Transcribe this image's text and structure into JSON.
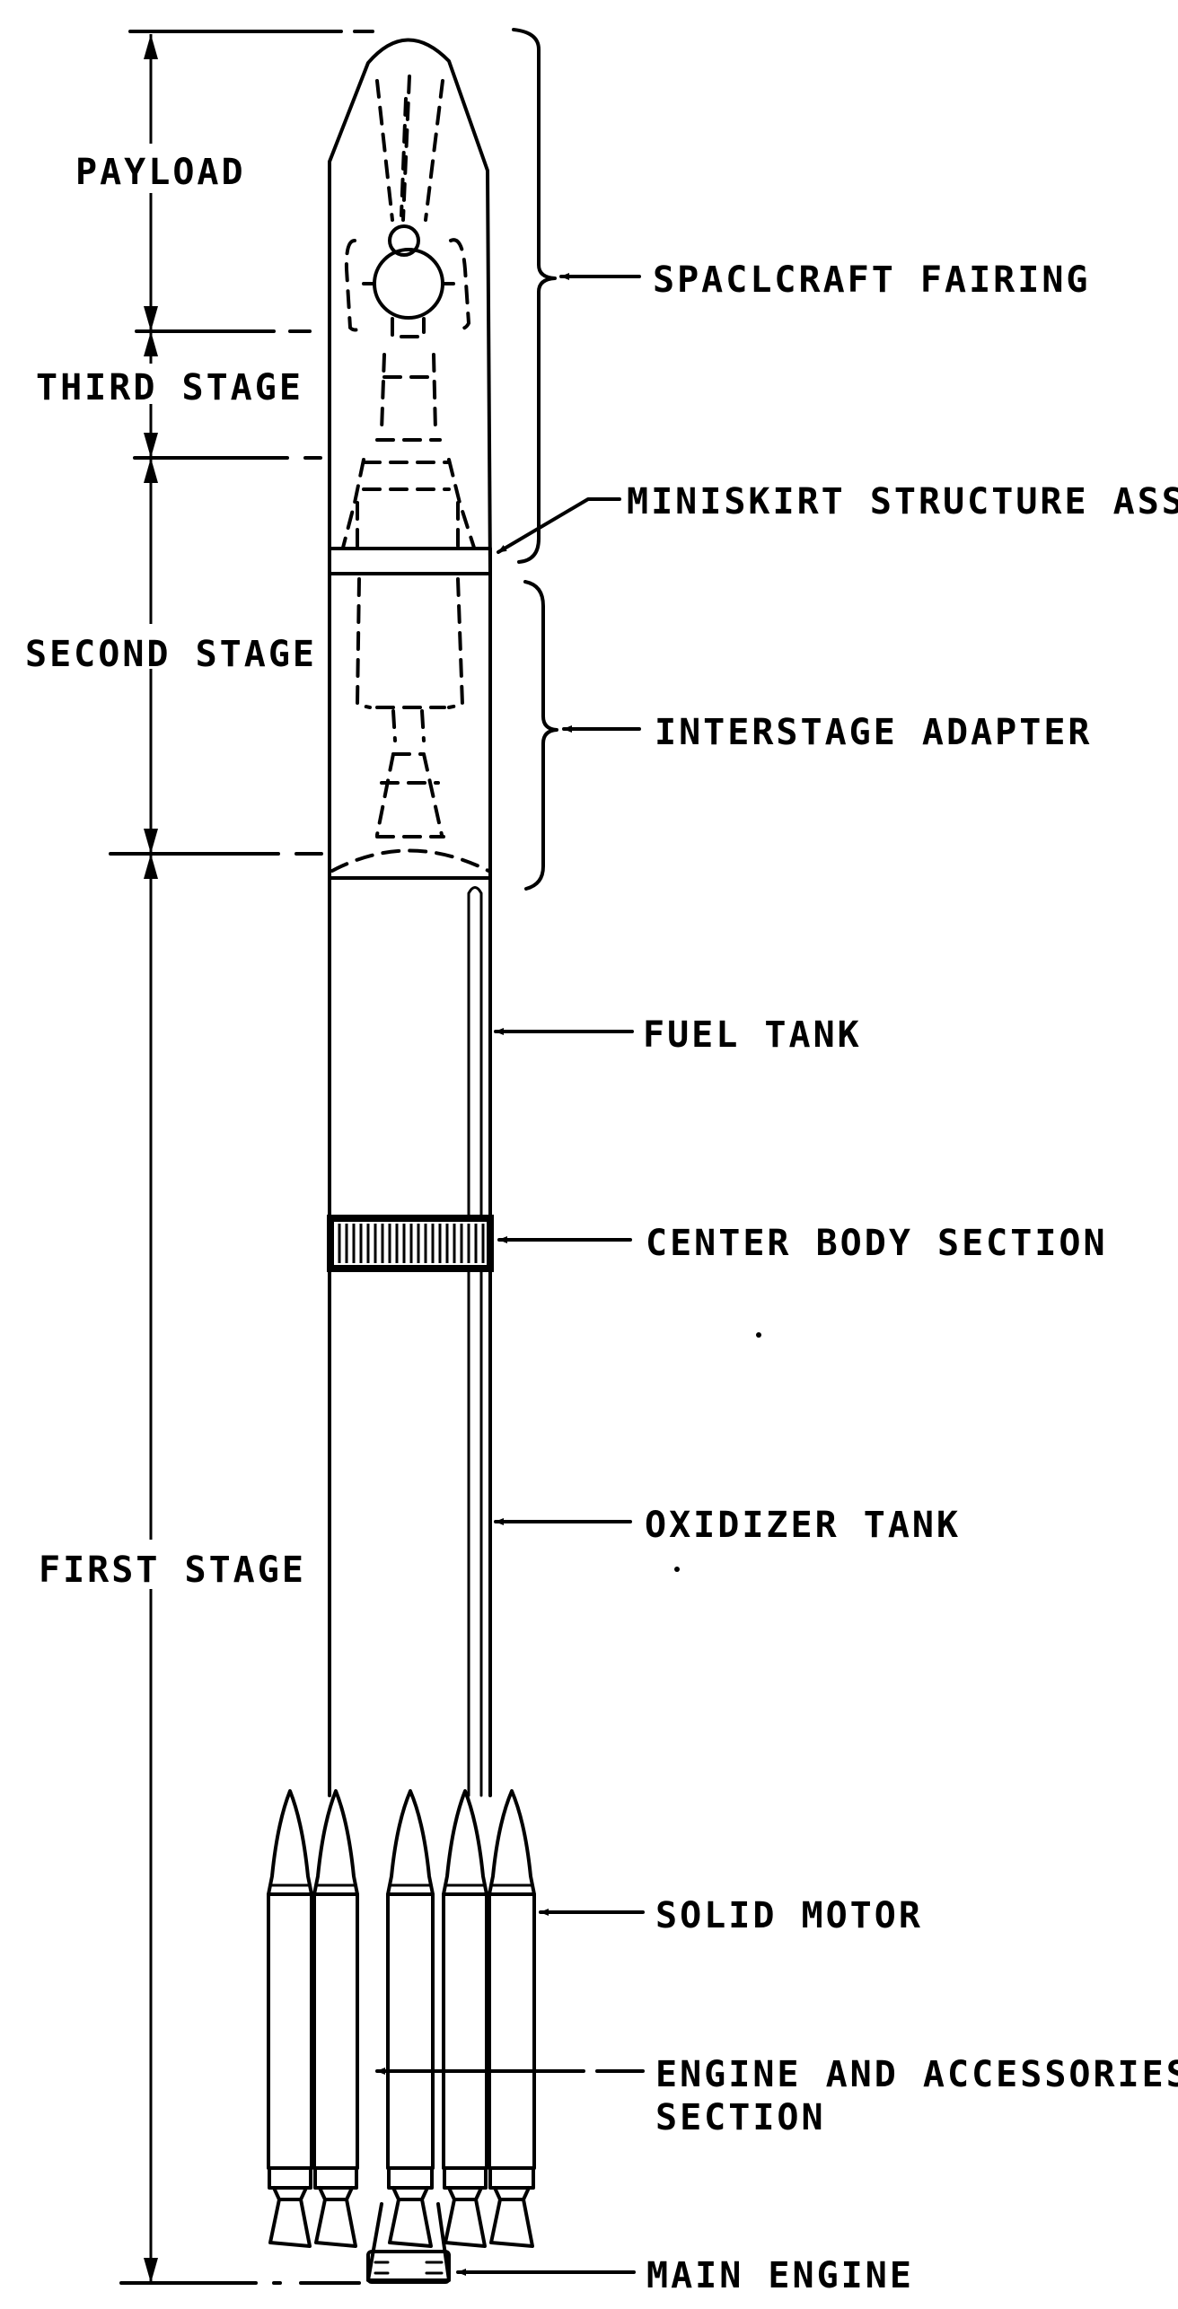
{
  "diagram": {
    "title": "Launch vehicle configuration",
    "stage_labels": [
      {
        "id": "payload",
        "text": "PAYLOAD"
      },
      {
        "id": "third-stage",
        "text": "THIRD STAGE"
      },
      {
        "id": "second-stage",
        "text": "SECOND STAGE"
      },
      {
        "id": "first-stage",
        "text": "FIRST STAGE"
      }
    ],
    "callouts": [
      {
        "id": "spacecraft-fairing",
        "text": "SPACLCRAFT FAIRING"
      },
      {
        "id": "miniskirt",
        "text": "MINISKIRT STRUCTURE ASSY"
      },
      {
        "id": "interstage-adapter",
        "text": "INTERSTAGE ADAPTER"
      },
      {
        "id": "fuel-tank",
        "text": "FUEL TANK"
      },
      {
        "id": "center-body-section",
        "text": "CENTER BODY SECTION"
      },
      {
        "id": "oxidizer-tank",
        "text": "OXIDIZER TANK"
      },
      {
        "id": "solid-motor",
        "text": "SOLID MOTOR"
      },
      {
        "id": "engine-accessories-line1",
        "text": "ENGINE AND ACCESSORIES"
      },
      {
        "id": "engine-accessories-line2",
        "text": "SECTION"
      },
      {
        "id": "main-engine",
        "text": "MAIN ENGINE"
      }
    ]
  }
}
